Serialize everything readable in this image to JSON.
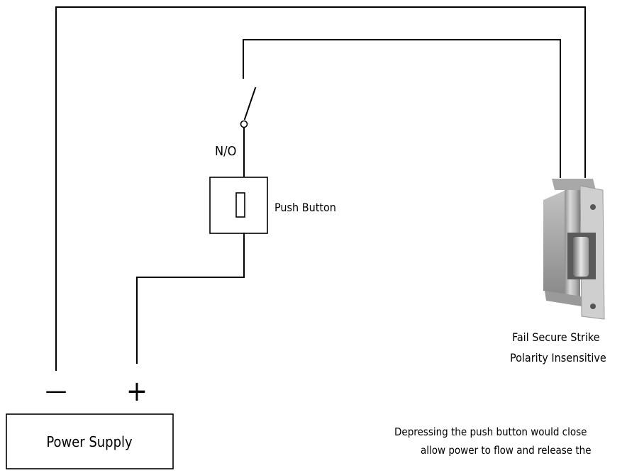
{
  "labels": {
    "switch_state": "N/O",
    "push_button": "Push Button",
    "strike_line1": "Fail Secure Strike",
    "strike_line2": "Polarity Insensitive",
    "negative_terminal": "—",
    "positive_terminal": "+",
    "power_supply": "Power Supply",
    "note_line1": "Depressing the push button would close",
    "note_line2": "allow power to flow and release the"
  }
}
